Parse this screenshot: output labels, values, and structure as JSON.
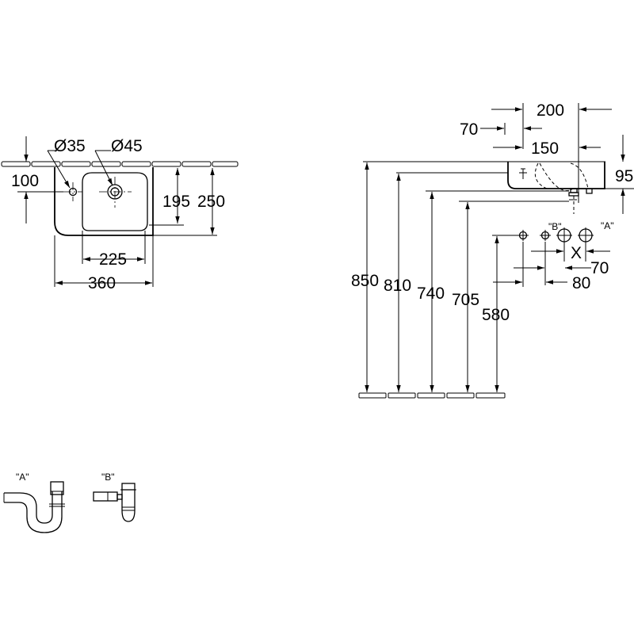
{
  "top_view": {
    "dim_hole_small": "Ø35",
    "dim_hole_large": "Ø45",
    "dim_100": "100",
    "dim_195": "195",
    "dim_250": "250",
    "dim_225": "225",
    "dim_360": "360"
  },
  "side_view": {
    "dim_200": "200",
    "dim_70_top": "70",
    "dim_150": "150",
    "dim_95": "95",
    "dim_850": "850",
    "dim_810": "810",
    "dim_740": "740",
    "dim_705": "705",
    "dim_580": "580",
    "dim_x": "X",
    "dim_70_right": "70",
    "dim_80": "80",
    "label_b": "\"B\"",
    "label_a": "\"A\""
  },
  "traps": {
    "label_a": "\"A\"",
    "label_b": "\"B\""
  }
}
